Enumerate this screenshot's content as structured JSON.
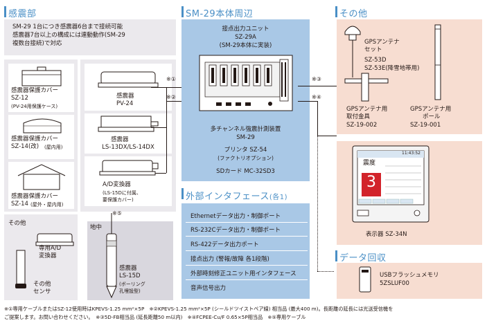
{
  "sensor_section": {
    "title": "感震部",
    "intro": [
      "SM-29 1台につき感震器6台まで接続可能",
      "感震器7台以上の構成には連動動作(SM-29",
      "複数台接続)で対応"
    ],
    "covers": [
      {
        "lines": [
          "感震器保護カバー",
          "SZ-12"
        ],
        "note": "(PV-24用保護ケース)"
      },
      {
        "lines": [
          "感震器保護カバー"
        ],
        "note2": "SZ-14(改)",
        "note": "(屋内用)"
      },
      {
        "lines": [
          "感震器保護カバー"
        ],
        "note2": "SZ-14",
        "note": "(屋外・屋内用)"
      }
    ],
    "sensors": [
      {
        "lines": [
          "感震器",
          "PV-24"
        ]
      },
      {
        "lines": [
          "感震器",
          "LS-13DX/LS-14DX"
        ]
      },
      {
        "lines": [
          "A/D変換器"
        ],
        "note": [
          "(LS-15Dに付属、",
          "要保護カバー)"
        ]
      }
    ],
    "underground_label": "地中",
    "ls15d": {
      "lines": [
        "感震器",
        "LS-15D"
      ],
      "note": [
        "(ボーリング",
        "孔埋設型)"
      ]
    },
    "other_title": "その他",
    "other_items": [
      {
        "lines": [
          "専用A/D",
          "変換器"
        ]
      },
      {
        "lines": [
          "その他",
          "センサ"
        ]
      }
    ],
    "marks": {
      "m1": "※①",
      "m2": "※②",
      "m5": "※⑤"
    }
  },
  "main_unit": {
    "title": "SM-29本体周辺",
    "contact_unit": [
      "接点出力ユニット",
      "SZ-29A",
      "(SM-29本体に実装)"
    ],
    "device_name": [
      "多チャンネル強震計測装置",
      "SM-29"
    ],
    "printer": [
      "プリンタ SZ-54",
      "(ファクトリオプション)"
    ],
    "sd_card": "SDカード MC-32SD3",
    "marks": {
      "m3": "※③",
      "m4": "※④"
    }
  },
  "interface_section": {
    "title": "外部インタフェース",
    "title_suffix": "(各1)",
    "items": [
      "Ethernetデータ出力・制御ポート",
      "RS-232Cデータ出力・制御ポート",
      "RS-422データ出力ポート",
      "接点出力 (警報/故障 各1段階)",
      "外部時刻修正ユニット用インタフェース",
      "音声信号出力"
    ]
  },
  "other_section": {
    "title": "その他",
    "gps_set": [
      "GPSアンテナ",
      "セット",
      "SZ-53D",
      "SZ-53E(降雪地帯用)"
    ],
    "mount": [
      "GPSアンテナ用",
      "取付金具",
      "SZ-19-002"
    ],
    "pole": [
      "GPSアンテナ用",
      "ポール",
      "SZ-19-001"
    ]
  },
  "display": {
    "label": "表示器 SZ-34N",
    "screen_header": "11:43:52",
    "screen_intensity_label": "震度",
    "screen_intensity_value": "3"
  },
  "data_collection": {
    "title": "データ回収",
    "usb": [
      "USBフラッシュメモリ",
      "5ZSLUF00"
    ]
  },
  "footnotes": [
    "※①専用ケーブルまたはSZ-12使用時はKPEVS-1.25 mm²×5P　※②KPEVS-1.25 mm²×5P (シールドツイストペア線) 相当品 (最大400 m)。長距離の延長には光送受信機を",
    "ご提案します。お問い合わせください。　※③5D-FB相当品 (延長距離50 m以内)　※④FCPEE-Cu/F 0.65×5P相当品　※⑤専用ケーブル"
  ],
  "colors": {
    "accent": "#4a8fc6",
    "blue_panel": "#a9c8e6",
    "gray_panel": "#ebe9ed",
    "pink_panel": "#f7ddd1",
    "display_red": "#d2232a"
  }
}
